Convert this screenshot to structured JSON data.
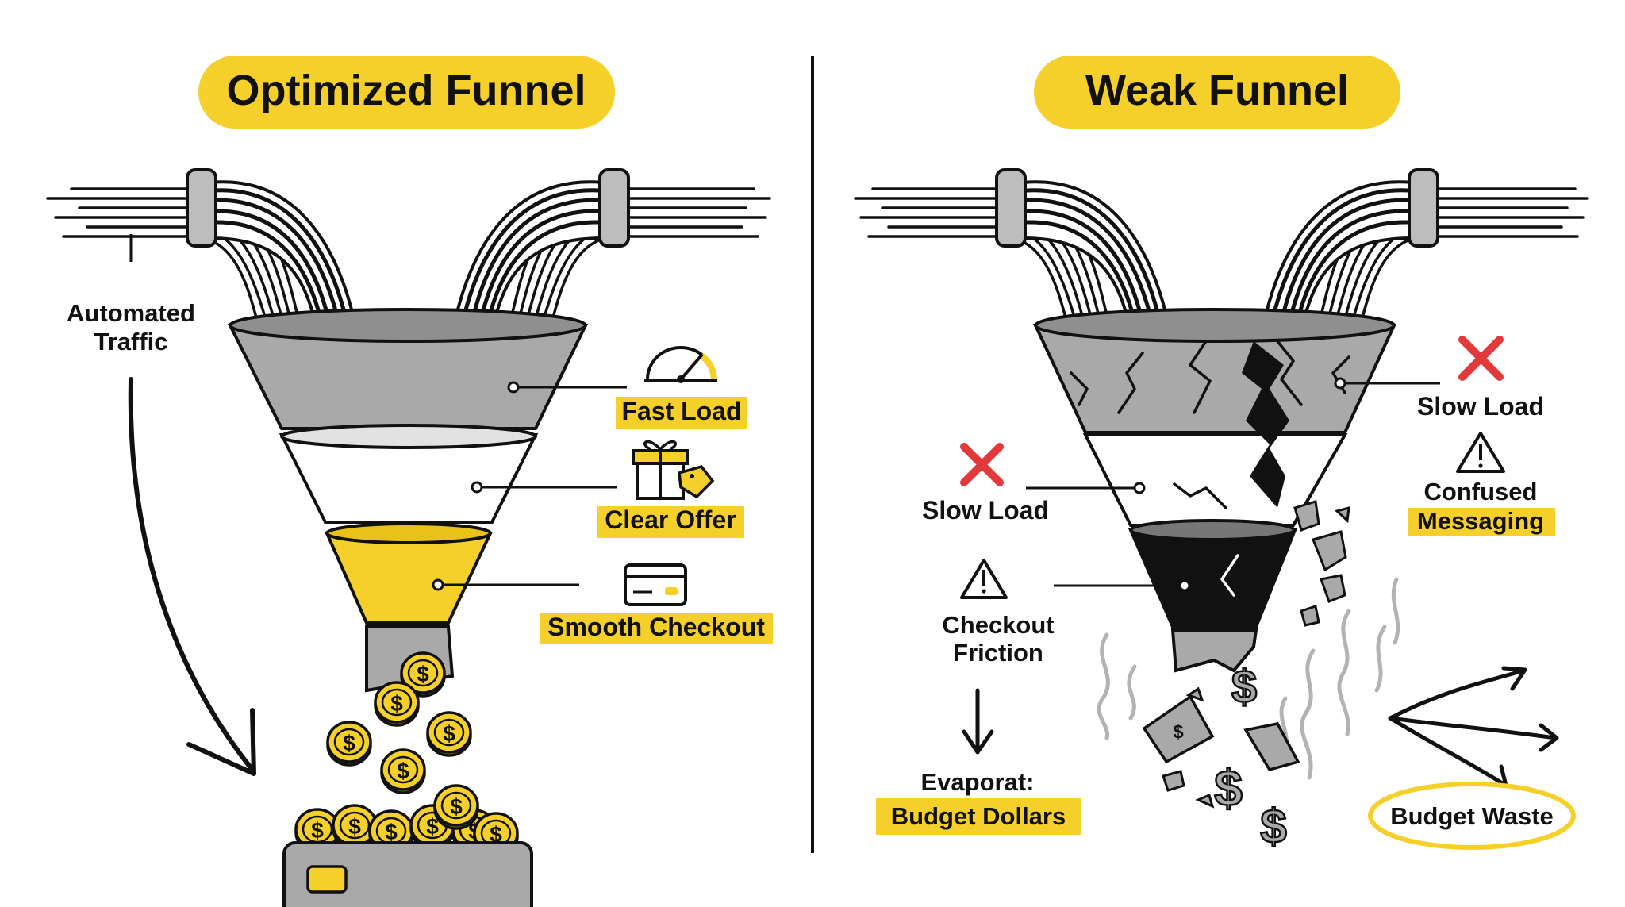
{
  "colors": {
    "accent": "#f5cf2a",
    "ink": "#111111",
    "funnel_gray": "#a9a9a9",
    "funnel_light": "#e2e2e2",
    "danger": "#e23a3a"
  },
  "left": {
    "title": "Optimized Funnel",
    "traffic_label_line1": "Automated",
    "traffic_label_line2": "Traffic",
    "callouts": [
      {
        "label": "Fast Load",
        "icon": "speedometer-icon"
      },
      {
        "label": "Clear Offer",
        "icon": "gift-tag-icon"
      },
      {
        "label": "Smooth Checkout",
        "icon": "credit-card-icon"
      }
    ],
    "coin_symbol": "$"
  },
  "right": {
    "title": "Weak Funnel",
    "callouts": {
      "top_right": {
        "label": "Slow Load",
        "icon": "x-mark-icon"
      },
      "confused_line1": "Confused",
      "confused_line2": "Messaging",
      "mid_left": {
        "label": "Slow Load",
        "icon": "x-mark-icon"
      },
      "checkout_line1": "Checkout",
      "checkout_line2": "Friction",
      "evaporate": "Evaporat:",
      "budget_dollars": "Budget Dollars",
      "budget_waste": "Budget Waste"
    },
    "money_symbol": "$"
  }
}
